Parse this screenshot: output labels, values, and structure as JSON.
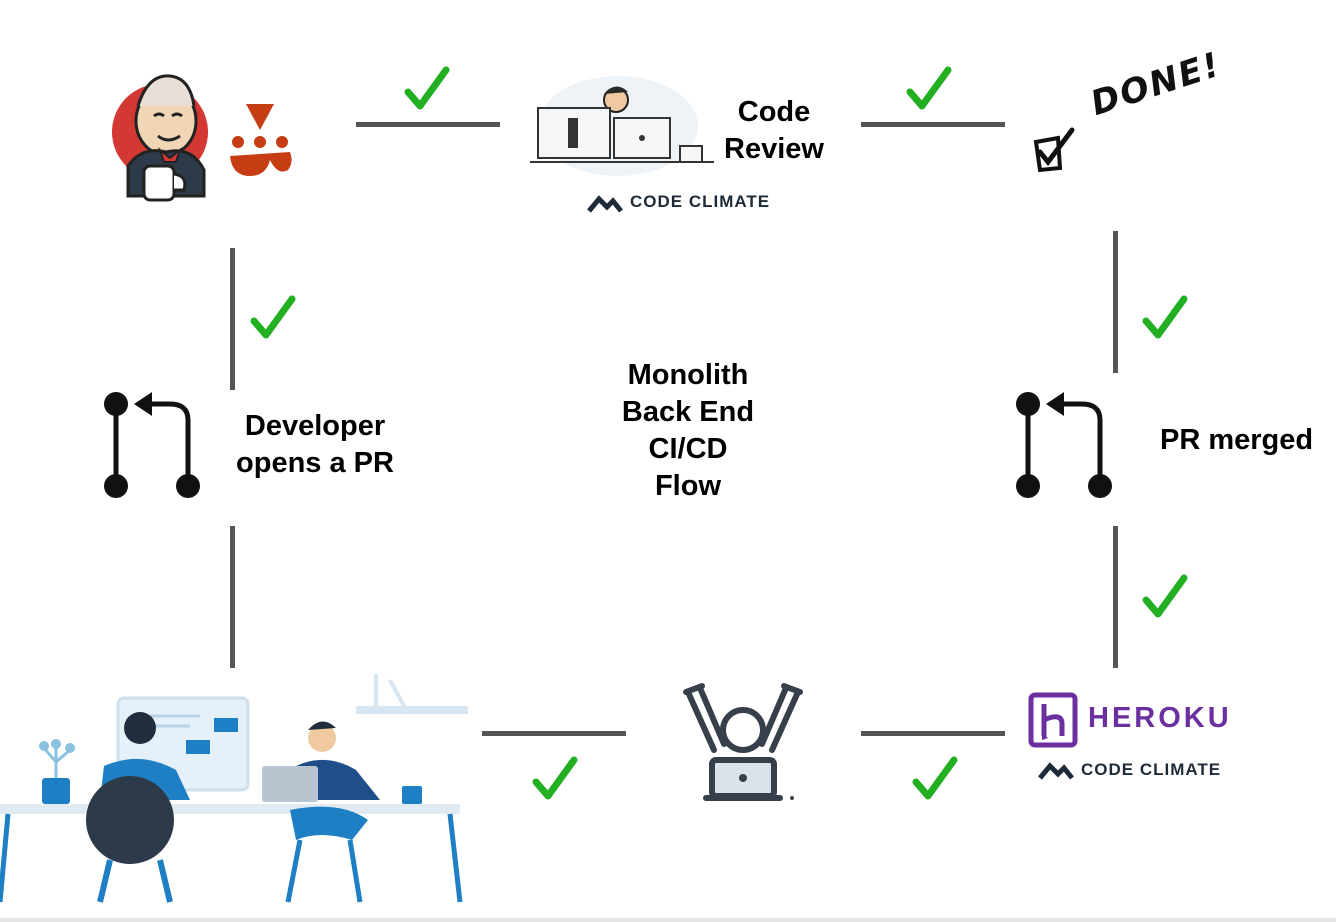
{
  "diagram": {
    "center_label": [
      "Monolith",
      "Back End",
      "CI/CD",
      "Flow"
    ],
    "nodes": {
      "code_review": [
        "Code",
        "Review"
      ],
      "developer_pr": [
        "Developer",
        "opens a PR"
      ],
      "pr_merged": "PR merged",
      "done": "DONE!"
    },
    "brands": {
      "code_climate_top": "CODE CLIMATE",
      "heroku": "HEROKU",
      "code_climate_bottom": "CODE CLIMATE"
    }
  },
  "colors": {
    "check": "#22b022",
    "connector": "#555555",
    "heroku_purple": "#6b2fa0",
    "jenkins_red": "#d33833",
    "jest_red": "#c63d14",
    "illustration_blue": "#1f7fc4",
    "dark_navy": "#1f2d3d"
  },
  "icons": [
    "jenkins-icon",
    "jest-icon",
    "code-review-illustration-icon",
    "code-climate-logo-icon",
    "done-checkbox-icon",
    "git-pull-request-icon",
    "git-merge-icon",
    "developers-illustration-icon",
    "celebrating-developer-icon",
    "heroku-logo-icon",
    "checkmark-icon"
  ]
}
